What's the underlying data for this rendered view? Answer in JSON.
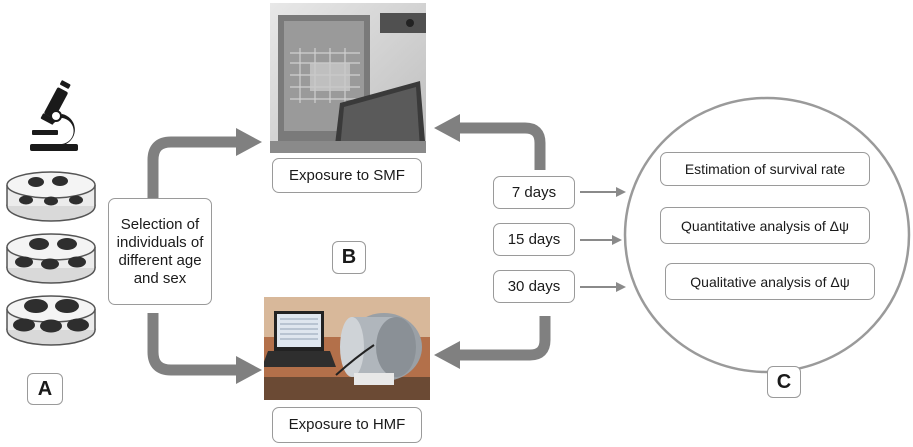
{
  "labels": {
    "a": "A",
    "b": "B",
    "c": "C"
  },
  "selection": "Selection of individuals of different age and sex",
  "exposure_smf": "Exposure to SMF",
  "exposure_hmf": "Exposure to HMF",
  "durations": [
    "7 days",
    "15 days",
    "30 days"
  ],
  "analyses": [
    "Estimation of survival rate",
    "Quantitative analysis of Δψ",
    "Qualitative analysis of Δψ"
  ],
  "icons": {
    "microscope": "microscope-icon",
    "dish": "petri-dish-icon"
  },
  "colors": {
    "arrow": "#808080",
    "border": "#9a9a9a",
    "icon": "#1a1a1a"
  }
}
